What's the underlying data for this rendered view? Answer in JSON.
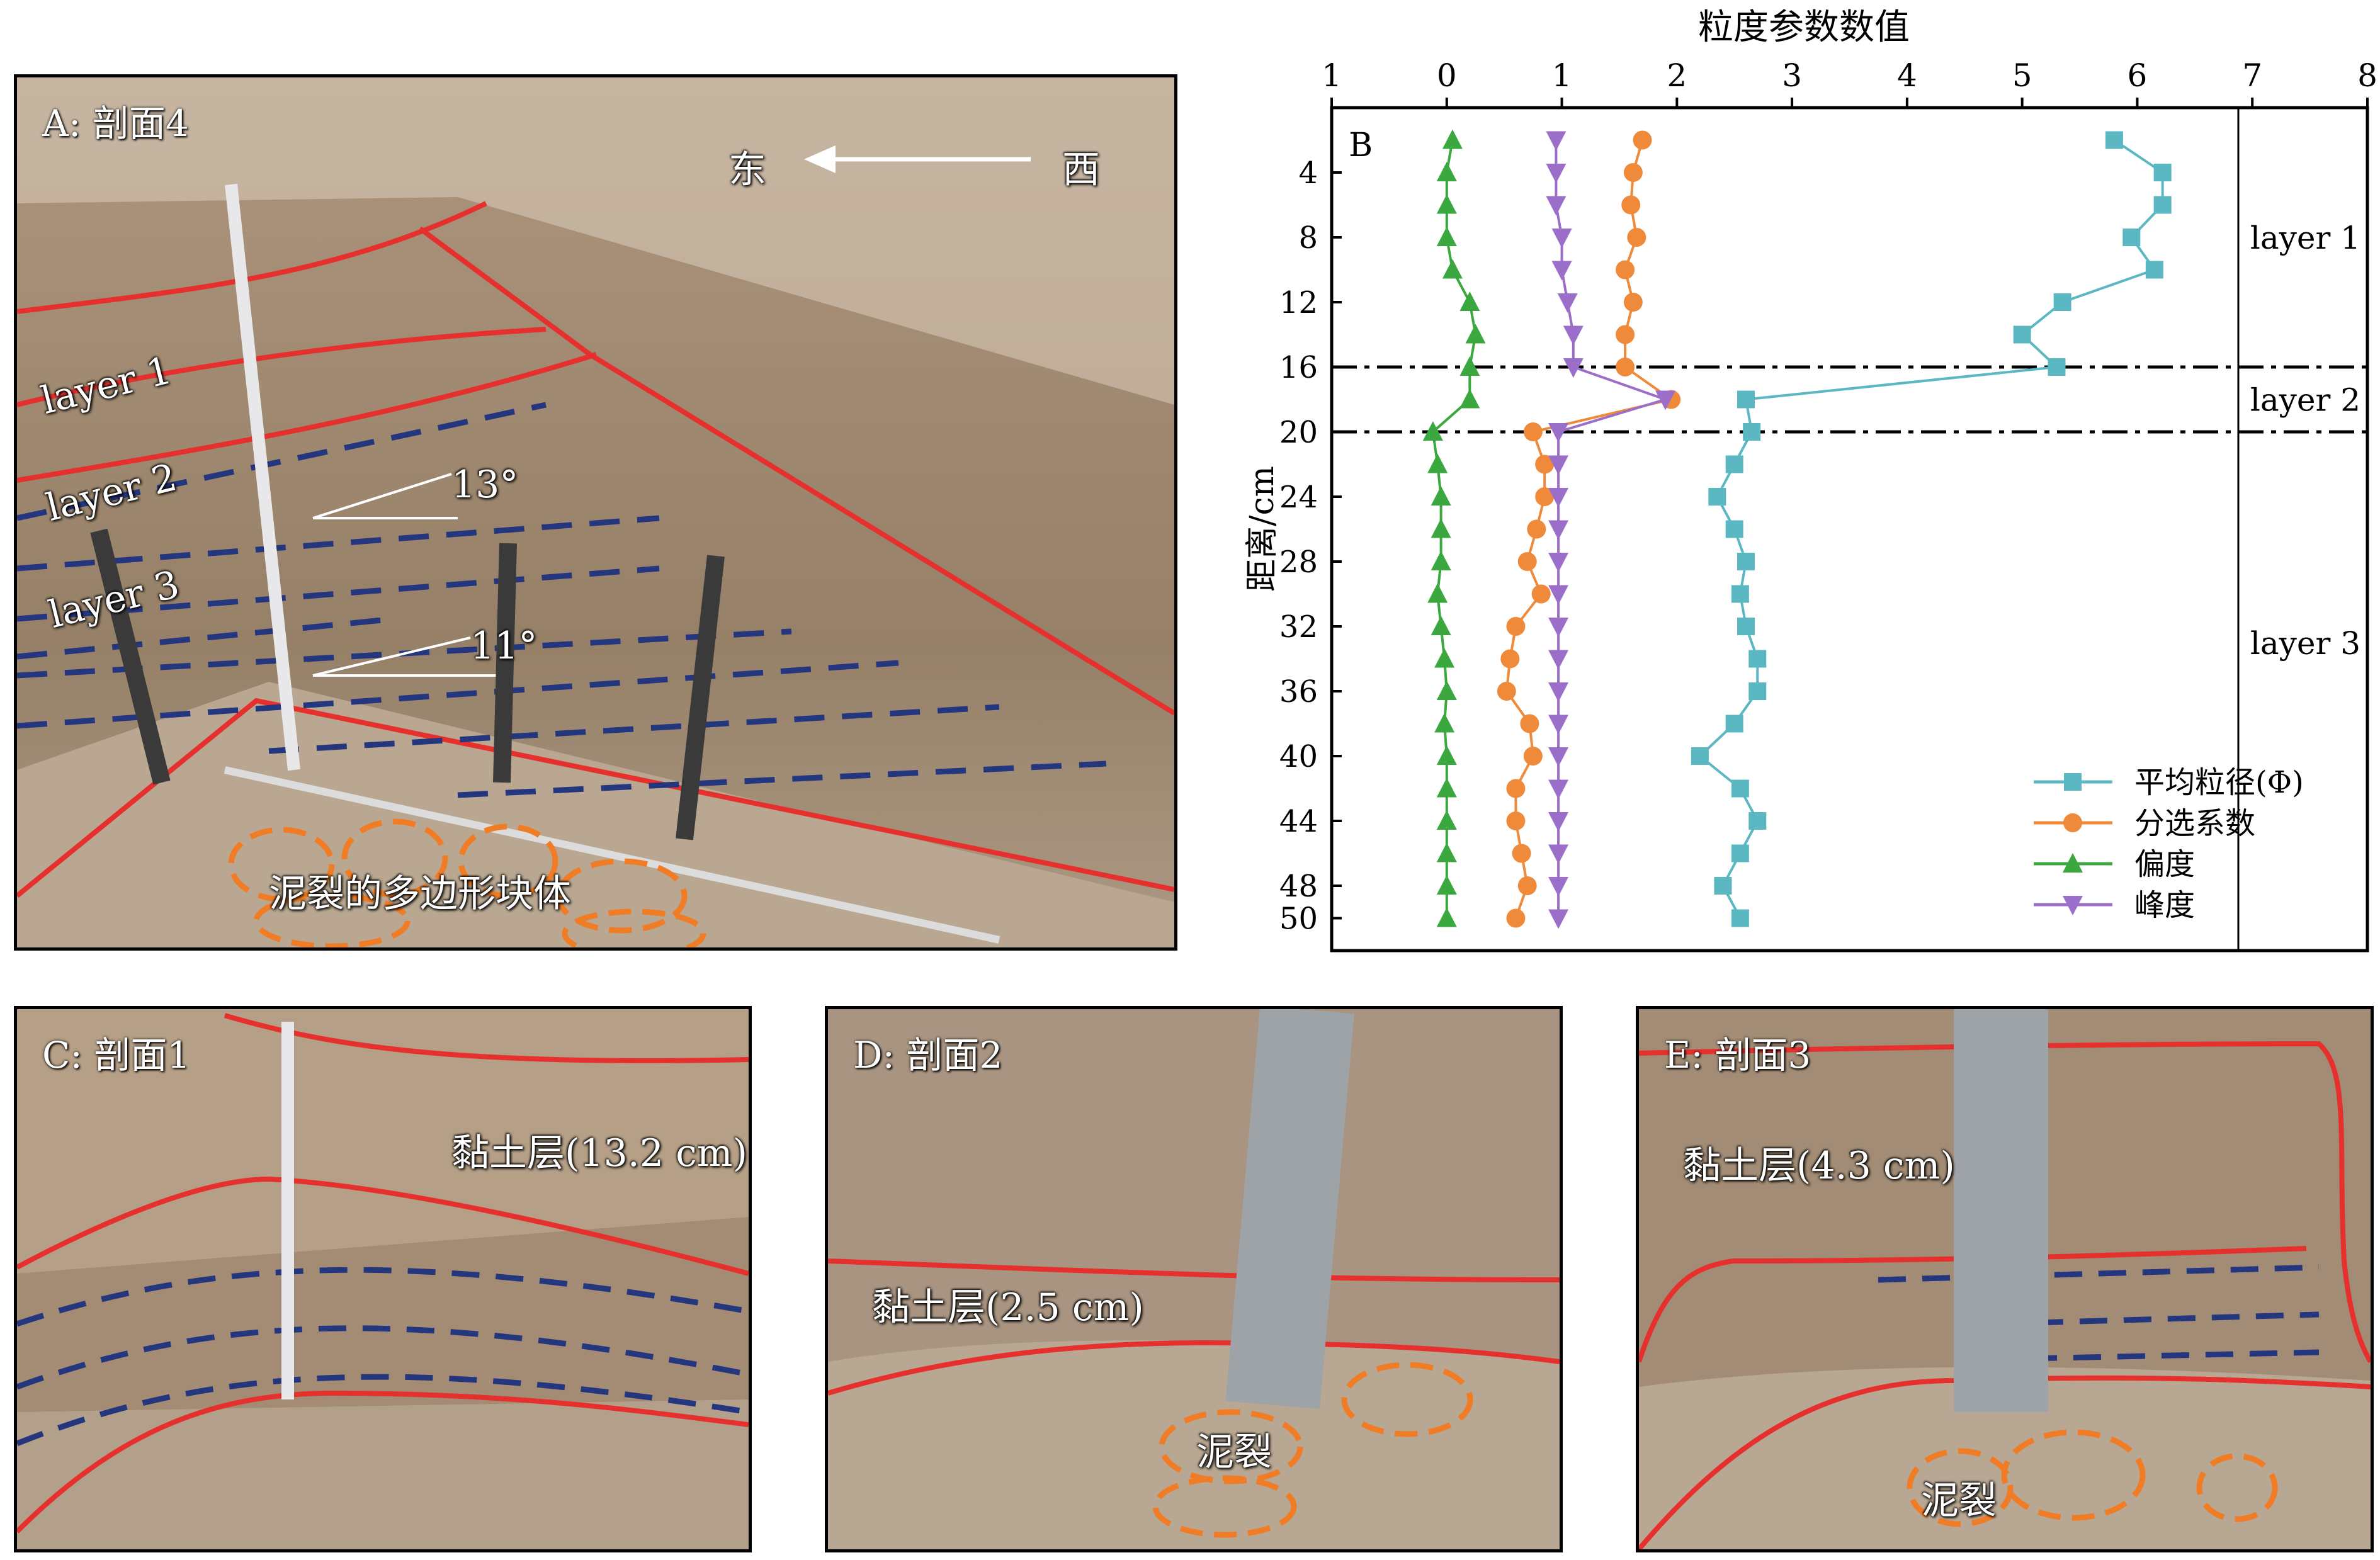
{
  "panelA": {
    "label": "A: 剖面4",
    "direction_east": "东",
    "direction_west": "西",
    "layer1": "layer 1",
    "layer2": "layer 2",
    "layer3": "layer 3",
    "angle1": "13°",
    "angle2": "11°",
    "mudcrack_caption": "泥裂的多边形块体"
  },
  "panelC": {
    "label": "C: 剖面1",
    "clay_layer": "黏土层(13.2 cm)"
  },
  "panelD": {
    "label": "D: 剖面2",
    "clay_layer": "黏土层(2.5 cm)",
    "mudcrack": "泥裂"
  },
  "panelE": {
    "label": "E: 剖面3",
    "clay_layer": "黏土层(4.3 cm)",
    "mudcrack": "泥裂"
  },
  "colors": {
    "mean": "#5bb8c3",
    "sorting": "#ef8a3a",
    "skewness": "#3aa83f",
    "kurtosis": "#9b6ec9",
    "boundary_red": "#e5302e",
    "lamina_blue": "#24367e",
    "mudcrack_orange": "#f07d25"
  },
  "chart_data": {
    "type": "line",
    "panel_label": "B",
    "title": "粒度参数数值",
    "ylabel": "距离/cm",
    "x_axis_position": "top",
    "x_ticks": [
      "1",
      "0",
      "1",
      "2",
      "3",
      "4",
      "5",
      "6",
      "7",
      "8"
    ],
    "y_ticks": [
      4,
      8,
      12,
      16,
      20,
      24,
      28,
      32,
      36,
      40,
      44,
      48,
      50
    ],
    "xlim": [
      -1,
      8
    ],
    "ylim": [
      0,
      52
    ],
    "y_inverted": true,
    "boundaries_cm": [
      16,
      20
    ],
    "layer_labels": [
      {
        "text": "layer 1",
        "depth": 8
      },
      {
        "text": "layer 2",
        "depth": 18
      },
      {
        "text": "layer 3",
        "depth": 33
      }
    ],
    "legend_position": "bottom-right",
    "depth": [
      2,
      4,
      6,
      8,
      10,
      12,
      14,
      16,
      18,
      20,
      22,
      24,
      26,
      28,
      30,
      32,
      34,
      36,
      38,
      40,
      42,
      44,
      46,
      48,
      50
    ],
    "series": [
      {
        "name": "平均粒径(Φ)",
        "marker": "square",
        "values": [
          5.8,
          6.22,
          6.22,
          5.95,
          6.15,
          5.35,
          5.0,
          5.3,
          2.6,
          2.65,
          2.5,
          2.35,
          2.5,
          2.6,
          2.55,
          2.6,
          2.7,
          2.7,
          2.5,
          2.2,
          2.55,
          2.7,
          2.55,
          2.4,
          2.55
        ]
      },
      {
        "name": "分选系数",
        "marker": "circle",
        "values": [
          1.7,
          1.62,
          1.6,
          1.65,
          1.55,
          1.62,
          1.55,
          1.55,
          1.95,
          0.75,
          0.85,
          0.85,
          0.78,
          0.7,
          0.82,
          0.6,
          0.55,
          0.52,
          0.72,
          0.75,
          0.6,
          0.6,
          0.65,
          0.7,
          0.6
        ]
      },
      {
        "name": "偏度",
        "marker": "triangle-up",
        "values": [
          0.05,
          0.0,
          0.0,
          0.0,
          0.05,
          0.2,
          0.25,
          0.2,
          0.2,
          -0.12,
          -0.08,
          -0.05,
          -0.05,
          -0.05,
          -0.08,
          -0.05,
          -0.02,
          0.0,
          -0.02,
          0.0,
          0.0,
          0.0,
          0.0,
          0.0,
          0.0
        ]
      },
      {
        "name": "峰度",
        "marker": "triangle-down",
        "values": [
          0.95,
          0.95,
          0.95,
          1.0,
          1.0,
          1.05,
          1.1,
          1.1,
          1.9,
          0.97,
          0.97,
          0.97,
          0.97,
          0.97,
          0.97,
          0.97,
          0.97,
          0.97,
          0.97,
          0.97,
          0.97,
          0.97,
          0.97,
          0.97,
          0.97
        ]
      }
    ]
  }
}
